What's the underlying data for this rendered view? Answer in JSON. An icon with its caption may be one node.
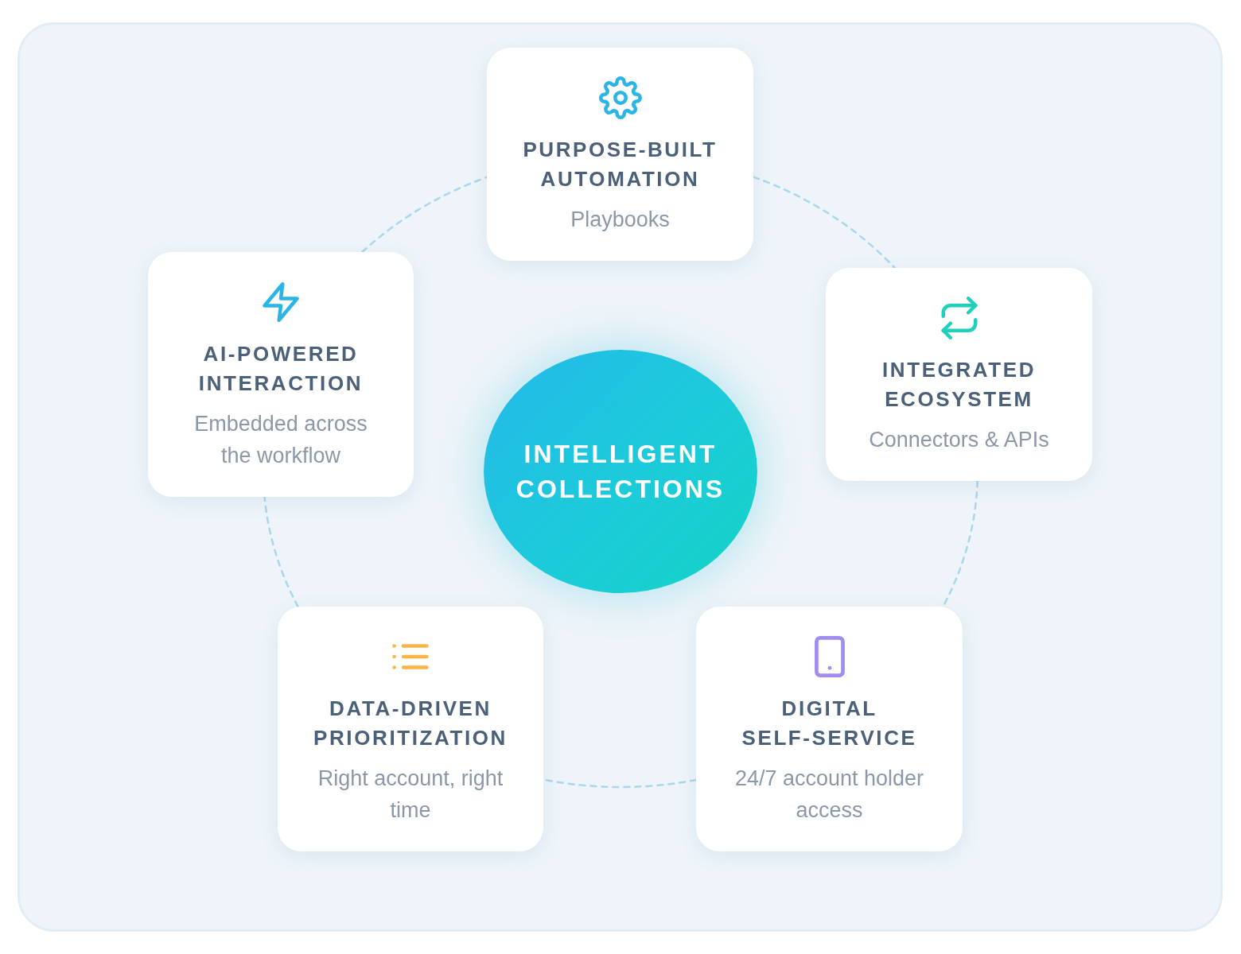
{
  "diagram": {
    "nodes": [
      {
        "text": [
          "PURPOSE-BUILT AUTOMATION",
          "Playbooks"
        ]
      },
      {
        "text": [
          "AI-POWERED INTERACTION",
          "Embedded across the workflow"
        ]
      },
      {
        "text": [
          "INTEGRATED ECOSYSTEM",
          "Connectors & APIs"
        ]
      },
      {
        "text": [
          "INTELLIGENT COLLECTIONS"
        ]
      },
      {
        "text": [
          "DATA-DRIVEN PRIORITIZATION",
          "Right account, right time"
        ]
      },
      {
        "text": [
          "DIGITAL SELF-SERVICE",
          "24/7 account holder access"
        ]
      }
    ],
    "edges": [
      {
        "from": 0,
        "to": 2,
        "arrow": "none",
        "style": "dashed"
      },
      {
        "from": 2,
        "to": 5,
        "arrow": "none",
        "style": "dashed"
      },
      {
        "from": 5,
        "to": 4,
        "arrow": "none",
        "style": "dashed"
      },
      {
        "from": 4,
        "to": 1,
        "arrow": "none",
        "style": "dashed"
      },
      {
        "from": 1,
        "to": 0,
        "arrow": "none",
        "style": "dashed"
      }
    ]
  }
}
